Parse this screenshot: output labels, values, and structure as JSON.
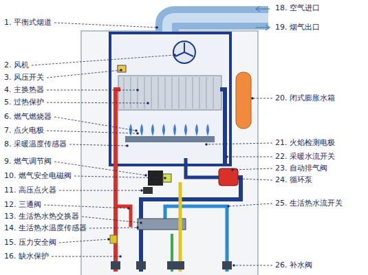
{
  "diagram": {
    "labels": [
      "1. 平衡式烟道",
      "2. 风机",
      "3. 风压开关",
      "4. 主换热器",
      "5. 过热保护",
      "6. 燃气燃烧器",
      "7. 点火电极",
      "8. 采暖温度传感器",
      "9. 燃气调节阀",
      "10. 燃气安全电磁阀",
      "11. 高压点火器",
      "12. 三通阀",
      "13. 生活热水热交换器",
      "14. 生活热水温度传感器",
      "15. 压力安全阀",
      "16. 缺水保护",
      "18. 空气进口",
      "19. 烟气出口",
      "20. 闭式膨胀水箱",
      "21. 火焰检测电极",
      "22. 采暖水流开关",
      "23. 自动排气阀",
      "24. 循环泵",
      "25. 生活热水流开关",
      "26. 补水阀"
    ]
  }
}
